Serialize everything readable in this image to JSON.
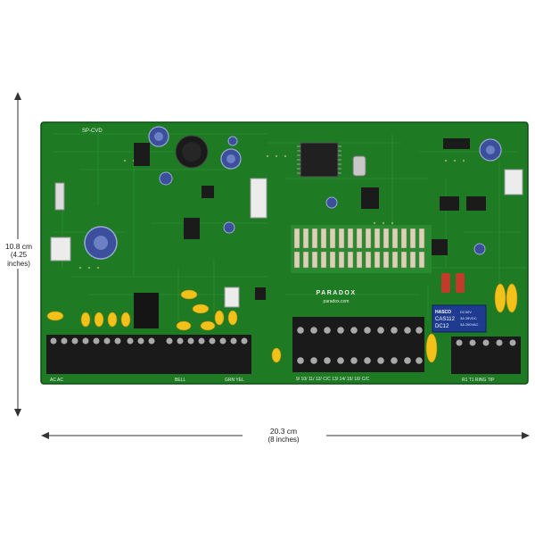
{
  "image": {
    "subject": "alarm-control-panel-circuit-board",
    "background_color": "#ffffff",
    "board_color": "#1f7a24",
    "board_dark_color": "#145a18",
    "terminal_color": "#1a1a1a",
    "capacitor_color": "#3b4f9c",
    "relay_color": "#1e3b8f"
  },
  "dimensions": {
    "height_metric": "10.8 cm",
    "height_imperial": "(4.25 inches)",
    "width_metric": "20.3 cm",
    "width_imperial": "(8 inches)"
  },
  "board_text": {
    "brand": "PARADOX",
    "website": "paradox.com",
    "model": "SP-CVD",
    "relay_brand": "HASCO",
    "relay_model": "CAS112",
    "relay_voltage": "DC12",
    "relay_rating_1": "3A 250VAC",
    "relay_rating_2": "DC30V",
    "relay_rating_3": "3A 28VDC",
    "terminal_left": "AC AC",
    "terminal_mid": "BELL",
    "terminal_right": "GRN YEL",
    "terminal_zones": "9/ 10/ 11/ 12/ C/C 13/ 14/ 15/ 16/ C/C",
    "terminal_phone": "R1 T1 RING TIP"
  }
}
